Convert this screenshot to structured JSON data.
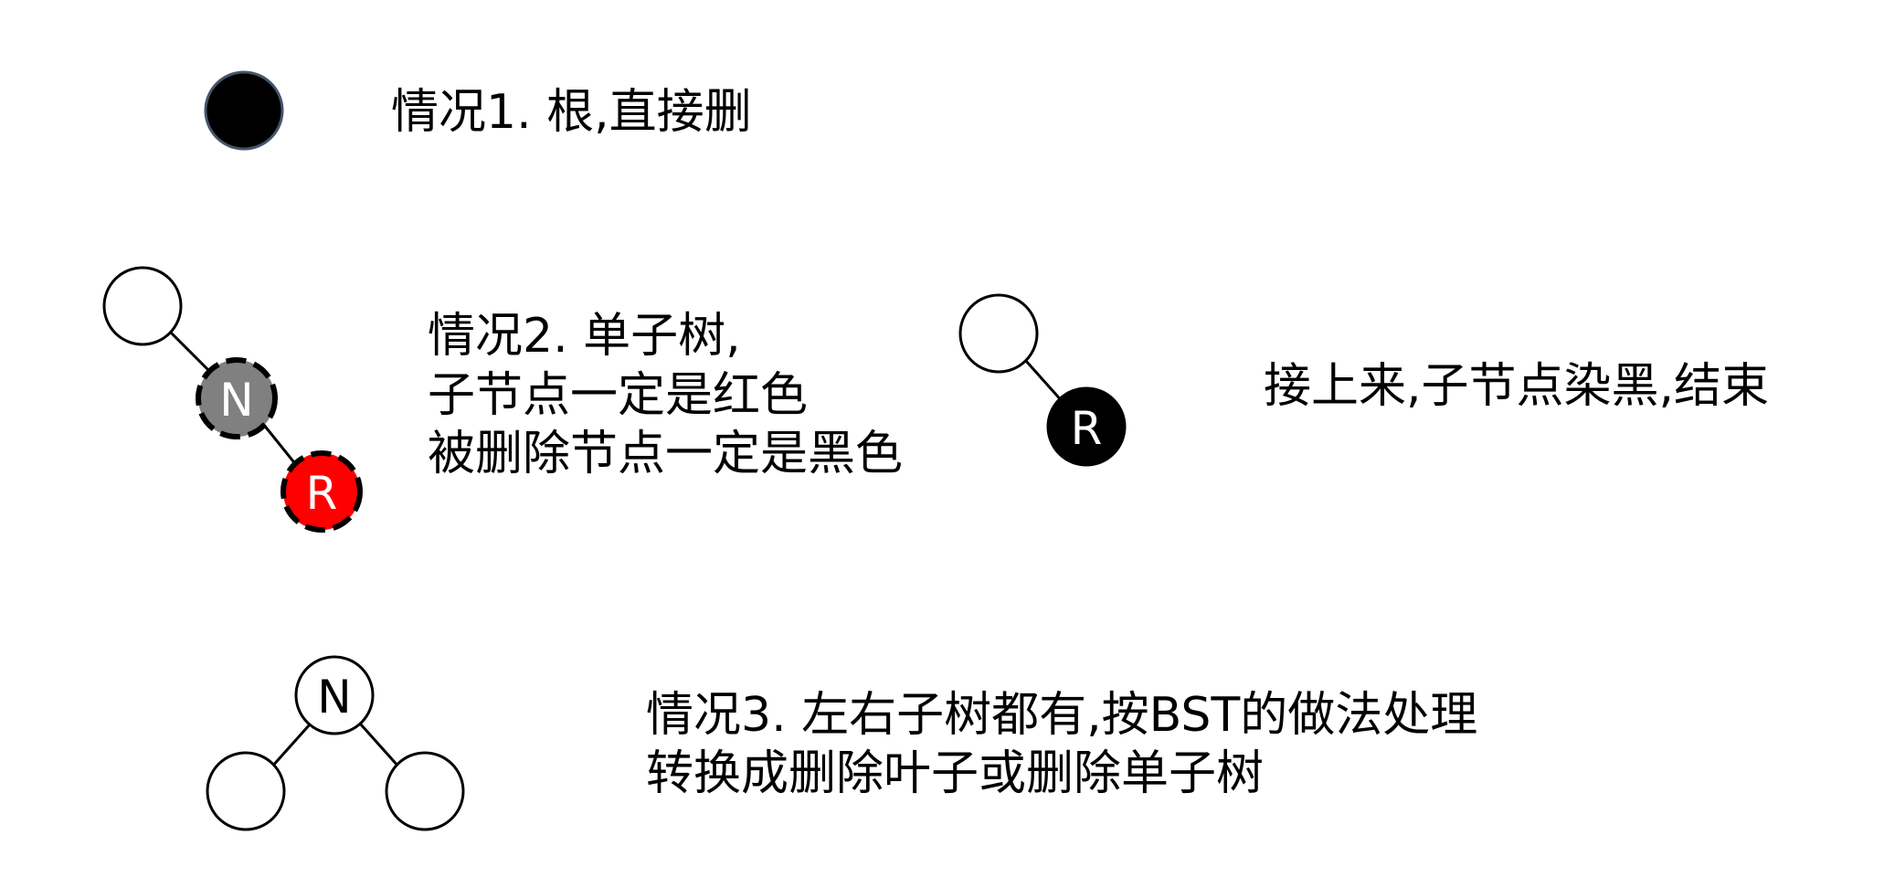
{
  "colors": {
    "background": "#ffffff",
    "stroke": "#000000",
    "root_fill": "#000000",
    "root_outline": "#44546a",
    "n_node_fill": "#808080",
    "r_node_fill": "#ff0000",
    "black_node_fill": "#000000",
    "white_node_fill": "#ffffff",
    "label_on_dark": "#ffffff",
    "label_on_light": "#000000"
  },
  "case1": {
    "caption": "情况1. 根,直接删"
  },
  "case2": {
    "caption_lines": [
      "情况2. 单子树,",
      "子节点一定是红色",
      "被删除节点一定是黑色"
    ],
    "node_n_label": "N",
    "node_r_label": "R",
    "result_node_label": "R",
    "result_caption": "接上来,子节点染黑,结束"
  },
  "case3": {
    "caption_lines": [
      "情况3. 左右子树都有,按BST的做法处理",
      "转换成删除叶子或删除单子树"
    ],
    "node_n_label": "N"
  }
}
